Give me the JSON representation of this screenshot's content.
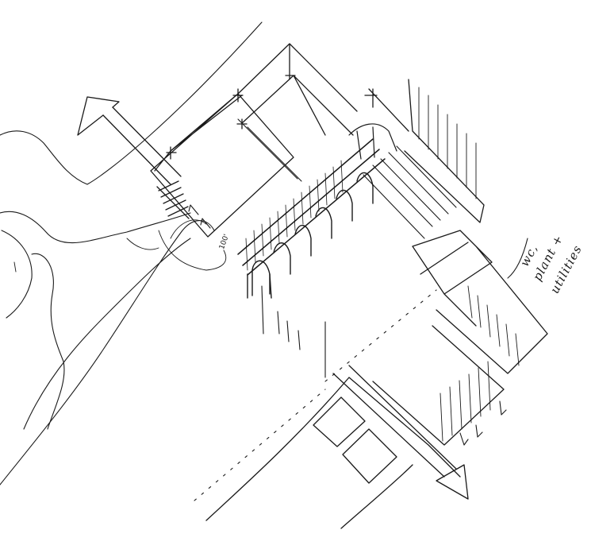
{
  "annotations": {
    "note_line_1": "wc,",
    "note_line_2": "plant +",
    "note_line_3": "utilities",
    "dimension_label": "100'"
  },
  "colors": {
    "ink": "#1a1a1a",
    "paper": "#ffffff"
  }
}
